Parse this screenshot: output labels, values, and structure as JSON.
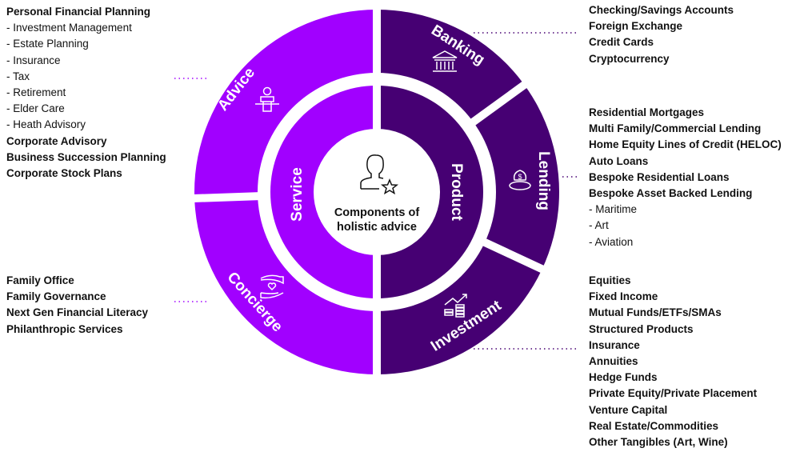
{
  "colors": {
    "service": "#A100FF",
    "product": "#460073",
    "text": "#111111"
  },
  "center": {
    "line1": "Components of",
    "line2": "holistic advice",
    "icon": "person-star-icon"
  },
  "inner_ring": {
    "service": "Service",
    "product": "Product"
  },
  "segments": {
    "advice": {
      "label": "Advice",
      "icon": "podium-speaker-icon"
    },
    "concierge": {
      "label": "Concierge",
      "icon": "hands-heart-icon"
    },
    "banking": {
      "label": "Banking",
      "icon": "bank-building-icon"
    },
    "lending": {
      "label": "Lending",
      "icon": "money-bag-icon"
    },
    "investment": {
      "label": "Investment",
      "icon": "growth-coins-icon"
    }
  },
  "lists": {
    "advice": [
      {
        "text": "Personal Financial Planning",
        "bold": true
      },
      {
        "text": "- Investment Management",
        "bold": false
      },
      {
        "text": "- Estate Planning",
        "bold": false
      },
      {
        "text": "- Insurance",
        "bold": false
      },
      {
        "text": "- Tax",
        "bold": false
      },
      {
        "text": "- Retirement",
        "bold": false
      },
      {
        "text": "- Elder Care",
        "bold": false
      },
      {
        "text": "- Heath Advisory",
        "bold": false
      },
      {
        "text": "Corporate Advisory",
        "bold": true
      },
      {
        "text": "Business Succession Planning",
        "bold": true
      },
      {
        "text": "Corporate Stock Plans",
        "bold": true
      }
    ],
    "concierge": [
      {
        "text": "Family Office",
        "bold": true
      },
      {
        "text": "Family Governance",
        "bold": true
      },
      {
        "text": "Next Gen Financial Literacy",
        "bold": true
      },
      {
        "text": "Philanthropic Services",
        "bold": true
      }
    ],
    "banking": [
      {
        "text": "Checking/Savings Accounts",
        "bold": true
      },
      {
        "text": "Foreign Exchange",
        "bold": true
      },
      {
        "text": "Credit Cards",
        "bold": true
      },
      {
        "text": "Cryptocurrency",
        "bold": true
      }
    ],
    "lending": [
      {
        "text": "Residential Mortgages",
        "bold": true
      },
      {
        "text": "Multi Family/Commercial Lending",
        "bold": true
      },
      {
        "text": "Home Equity Lines of Credit (HELOC)",
        "bold": true
      },
      {
        "text": "Auto Loans",
        "bold": true
      },
      {
        "text": "Bespoke Residential Loans",
        "bold": true
      },
      {
        "text": "Bespoke Asset Backed Lending",
        "bold": true
      },
      {
        "text": "- Maritime",
        "bold": false
      },
      {
        "text": "- Art",
        "bold": false
      },
      {
        "text": "- Aviation",
        "bold": false
      }
    ],
    "investment": [
      {
        "text": "Equities",
        "bold": true
      },
      {
        "text": "Fixed Income",
        "bold": true
      },
      {
        "text": "Mutual Funds/ETFs/SMAs",
        "bold": true
      },
      {
        "text": "Structured Products",
        "bold": true
      },
      {
        "text": "Insurance",
        "bold": true
      },
      {
        "text": "Annuities",
        "bold": true
      },
      {
        "text": "Hedge Funds",
        "bold": true
      },
      {
        "text": "Private Equity/Private Placement",
        "bold": true
      },
      {
        "text": "Venture Capital",
        "bold": true
      },
      {
        "text": "Real Estate/Commodities",
        "bold": true
      },
      {
        "text": "Other Tangibles (Art, Wine)",
        "bold": true
      }
    ]
  }
}
